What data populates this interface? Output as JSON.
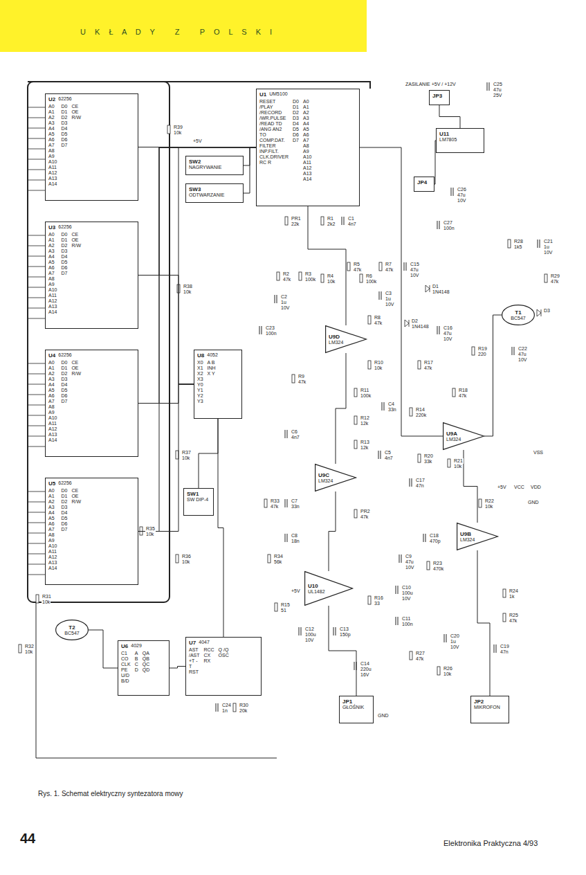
{
  "diagram": {
    "caption": "Rys. 1. Schemat elektryczny syntezatora mowy",
    "nodes": [
      {
        "text": [
          "U2",
          "62256",
          "A0 A1 A2 A3 A4 A5 A6 A7 A8 A9 A10 A11 A12 A13 A14",
          "D0 D1 D2 D3 D4 D5 D6 D7",
          "CE OE R/W"
        ]
      },
      {
        "text": [
          "U3",
          "62256",
          "A0 A1 A2 A3 A4 A5 A6 A7 A8 A9 A10 A11 A12 A13 A14",
          "D0 D1 D2 D3 D4 D5 D6 D7",
          "CE OE R/W"
        ]
      },
      {
        "text": [
          "U4",
          "62256",
          "A0 A1 A2 A3 A4 A5 A6 A7 A8 A9 A10 A11 A12 A13 A14",
          "D0 D1 D2 D3 D4 D5 D6 D7",
          "CE OE R/W"
        ]
      },
      {
        "text": [
          "U5",
          "62256",
          "A0 A1 A2 A3 A4 A5 A6 A7 A8 A9 A10 A11 A12 A13 A14",
          "D0 D1 D2 D3 D4 D5 D6 D7",
          "CE OE R/W"
        ]
      },
      {
        "text": [
          "U1",
          "UM5100",
          "RESET /PLAY /RECORD /WR.PULSE /READ TD /ANG AN2 TO COMP.DAT. FILTER INP.FILT. CLK.DRIVER RC R",
          "D0 D1 D2 D3 D4 D5 D6 D7",
          "A0 A1 A2 A3 A4 A5 A6 A7 A8 A9 A10 A11 A12 A13 A14"
        ]
      },
      {
        "text": [
          "SW2",
          "NAGRYWANIE"
        ]
      },
      {
        "text": [
          "SW3",
          "ODTWARZANIE"
        ]
      },
      {
        "text": [
          "U11",
          "LM7805"
        ]
      },
      {
        "text": [
          "JP3"
        ]
      },
      {
        "text": [
          "JP4"
        ]
      },
      {
        "text": [
          "U8",
          "4052",
          "X0 X1 X2 X3 Y0 Y1 Y2 Y3",
          "A B INH X Y"
        ]
      },
      {
        "text": [
          "SW1",
          "SW DIP-4"
        ]
      },
      {
        "text": [
          "U9D",
          "LM324"
        ]
      },
      {
        "text": [
          "U9C",
          "LM324"
        ]
      },
      {
        "text": [
          "U9A",
          "LM324"
        ]
      },
      {
        "text": [
          "U9B",
          "LM324"
        ]
      },
      {
        "text": [
          "U10",
          "UL1482"
        ]
      },
      {
        "text": [
          "U6",
          "4029",
          "C1 CO CLK PE U/D B/D",
          "A B C D",
          "QA QB QC QD"
        ]
      },
      {
        "text": [
          "U7",
          "4047",
          "AST /AST +T -T RST",
          "RCC CX RX",
          "Q /Q OSC"
        ]
      },
      {
        "text": [
          "T2",
          "BC547"
        ]
      },
      {
        "text": [
          "T1",
          "BC547"
        ]
      },
      {
        "text": [
          "JP1",
          "GŁOŚNIK"
        ]
      },
      {
        "text": [
          "JP2",
          "MIKROFON"
        ]
      }
    ],
    "edges": [
      {
        "from": 4,
        "to": 0,
        "arrow": "none"
      },
      {
        "from": 4,
        "to": 1,
        "arrow": "none"
      },
      {
        "from": 4,
        "to": 2,
        "arrow": "none"
      },
      {
        "from": 4,
        "to": 3,
        "arrow": "none"
      },
      {
        "from": 10,
        "to": 0,
        "arrow": "none"
      },
      {
        "from": 10,
        "to": 1,
        "arrow": "none"
      },
      {
        "from": 10,
        "to": 2,
        "arrow": "none"
      },
      {
        "from": 10,
        "to": 3,
        "arrow": "none"
      },
      {
        "from": 5,
        "to": 4,
        "arrow": "none"
      },
      {
        "from": 6,
        "to": 4,
        "arrow": "none"
      },
      {
        "from": 4,
        "to": 12,
        "arrow": "none"
      },
      {
        "from": 12,
        "to": 13,
        "arrow": "none"
      },
      {
        "from": 13,
        "to": 16,
        "arrow": "none"
      },
      {
        "from": 16,
        "to": 21,
        "arrow": "none"
      },
      {
        "from": 22,
        "to": 15,
        "arrow": "none"
      },
      {
        "from": 15,
        "to": 14,
        "arrow": "none"
      },
      {
        "from": 14,
        "to": 4,
        "arrow": "none"
      },
      {
        "from": 7,
        "to": 8,
        "arrow": "none"
      },
      {
        "from": 7,
        "to": 9,
        "arrow": "none"
      },
      {
        "from": 17,
        "to": 18,
        "arrow": "none"
      },
      {
        "from": 18,
        "to": 10,
        "arrow": "none"
      },
      {
        "from": 19,
        "to": 17,
        "arrow": "none"
      },
      {
        "from": 11,
        "to": 10,
        "arrow": "none"
      },
      {
        "from": 14,
        "to": 20,
        "arrow": "none"
      }
    ],
    "labels": [
      "U K Ł A D Y   Z   P O L S K I",
      "ZASILANIE +5V / +12V",
      "C25",
      "47u",
      "25V",
      "C26",
      "47u",
      "10V",
      "C27",
      "100n",
      "C1",
      "4n7",
      "R1",
      "2k2",
      "PR1",
      "22k",
      "R2",
      "47k",
      "C2",
      "1u",
      "10V",
      "R3",
      "100k",
      "R4",
      "10k",
      "R5",
      "47k",
      "R6",
      "100k",
      "R7",
      "47k",
      "C3",
      "1u",
      "10V",
      "C15",
      "47u",
      "10V",
      "D1",
      "1N4148",
      "D2",
      "1N4148",
      "C16",
      "47u",
      "10V",
      "R8",
      "47k",
      "C23",
      "100n",
      "R9",
      "47k",
      "R10",
      "10k",
      "R11",
      "100k",
      "C4",
      "33n",
      "R12",
      "12k",
      "R13",
      "12k",
      "C6",
      "4n7",
      "C5",
      "4n7",
      "C7",
      "33n",
      "PR2",
      "47k",
      "C8",
      "18n",
      "R14",
      "220k",
      "R20",
      "33k",
      "R21",
      "10k",
      "C17",
      "47n",
      "R17",
      "47k",
      "R18",
      "47k",
      "R19",
      "220",
      "C22",
      "47u",
      "10V",
      "D3",
      "R29",
      "47k",
      "R28",
      "1k5",
      "C21",
      "1u",
      "10V",
      "R22",
      "10k",
      "C18",
      "470p",
      "R23",
      "470k",
      "R24",
      "1k",
      "R25",
      "47k",
      "C19",
      "47n",
      "C20",
      "1u",
      "10V",
      "R26",
      "10k",
      "R27",
      "47k",
      "C9",
      "47u",
      "10V",
      "C10",
      "100u",
      "10V",
      "C11",
      "100n",
      "R16",
      "33",
      "R15",
      "51",
      "C12",
      "100u",
      "10V",
      "C13",
      "150p",
      "C14",
      "220u",
      "16V",
      "R34",
      "56k",
      "R33",
      "47k",
      "R35",
      "10k",
      "R36",
      "10k",
      "R37",
      "10k",
      "R38",
      "10k",
      "R39",
      "10k",
      "R31",
      "10k",
      "R32",
      "10k",
      "C24",
      "1n",
      "R30",
      "20k",
      "+5V",
      "+5V",
      "GND",
      "+5V",
      "VCC",
      "VDD",
      "VSS",
      "GND",
      "44",
      "Elektronika Praktyczna 4/93"
    ]
  }
}
